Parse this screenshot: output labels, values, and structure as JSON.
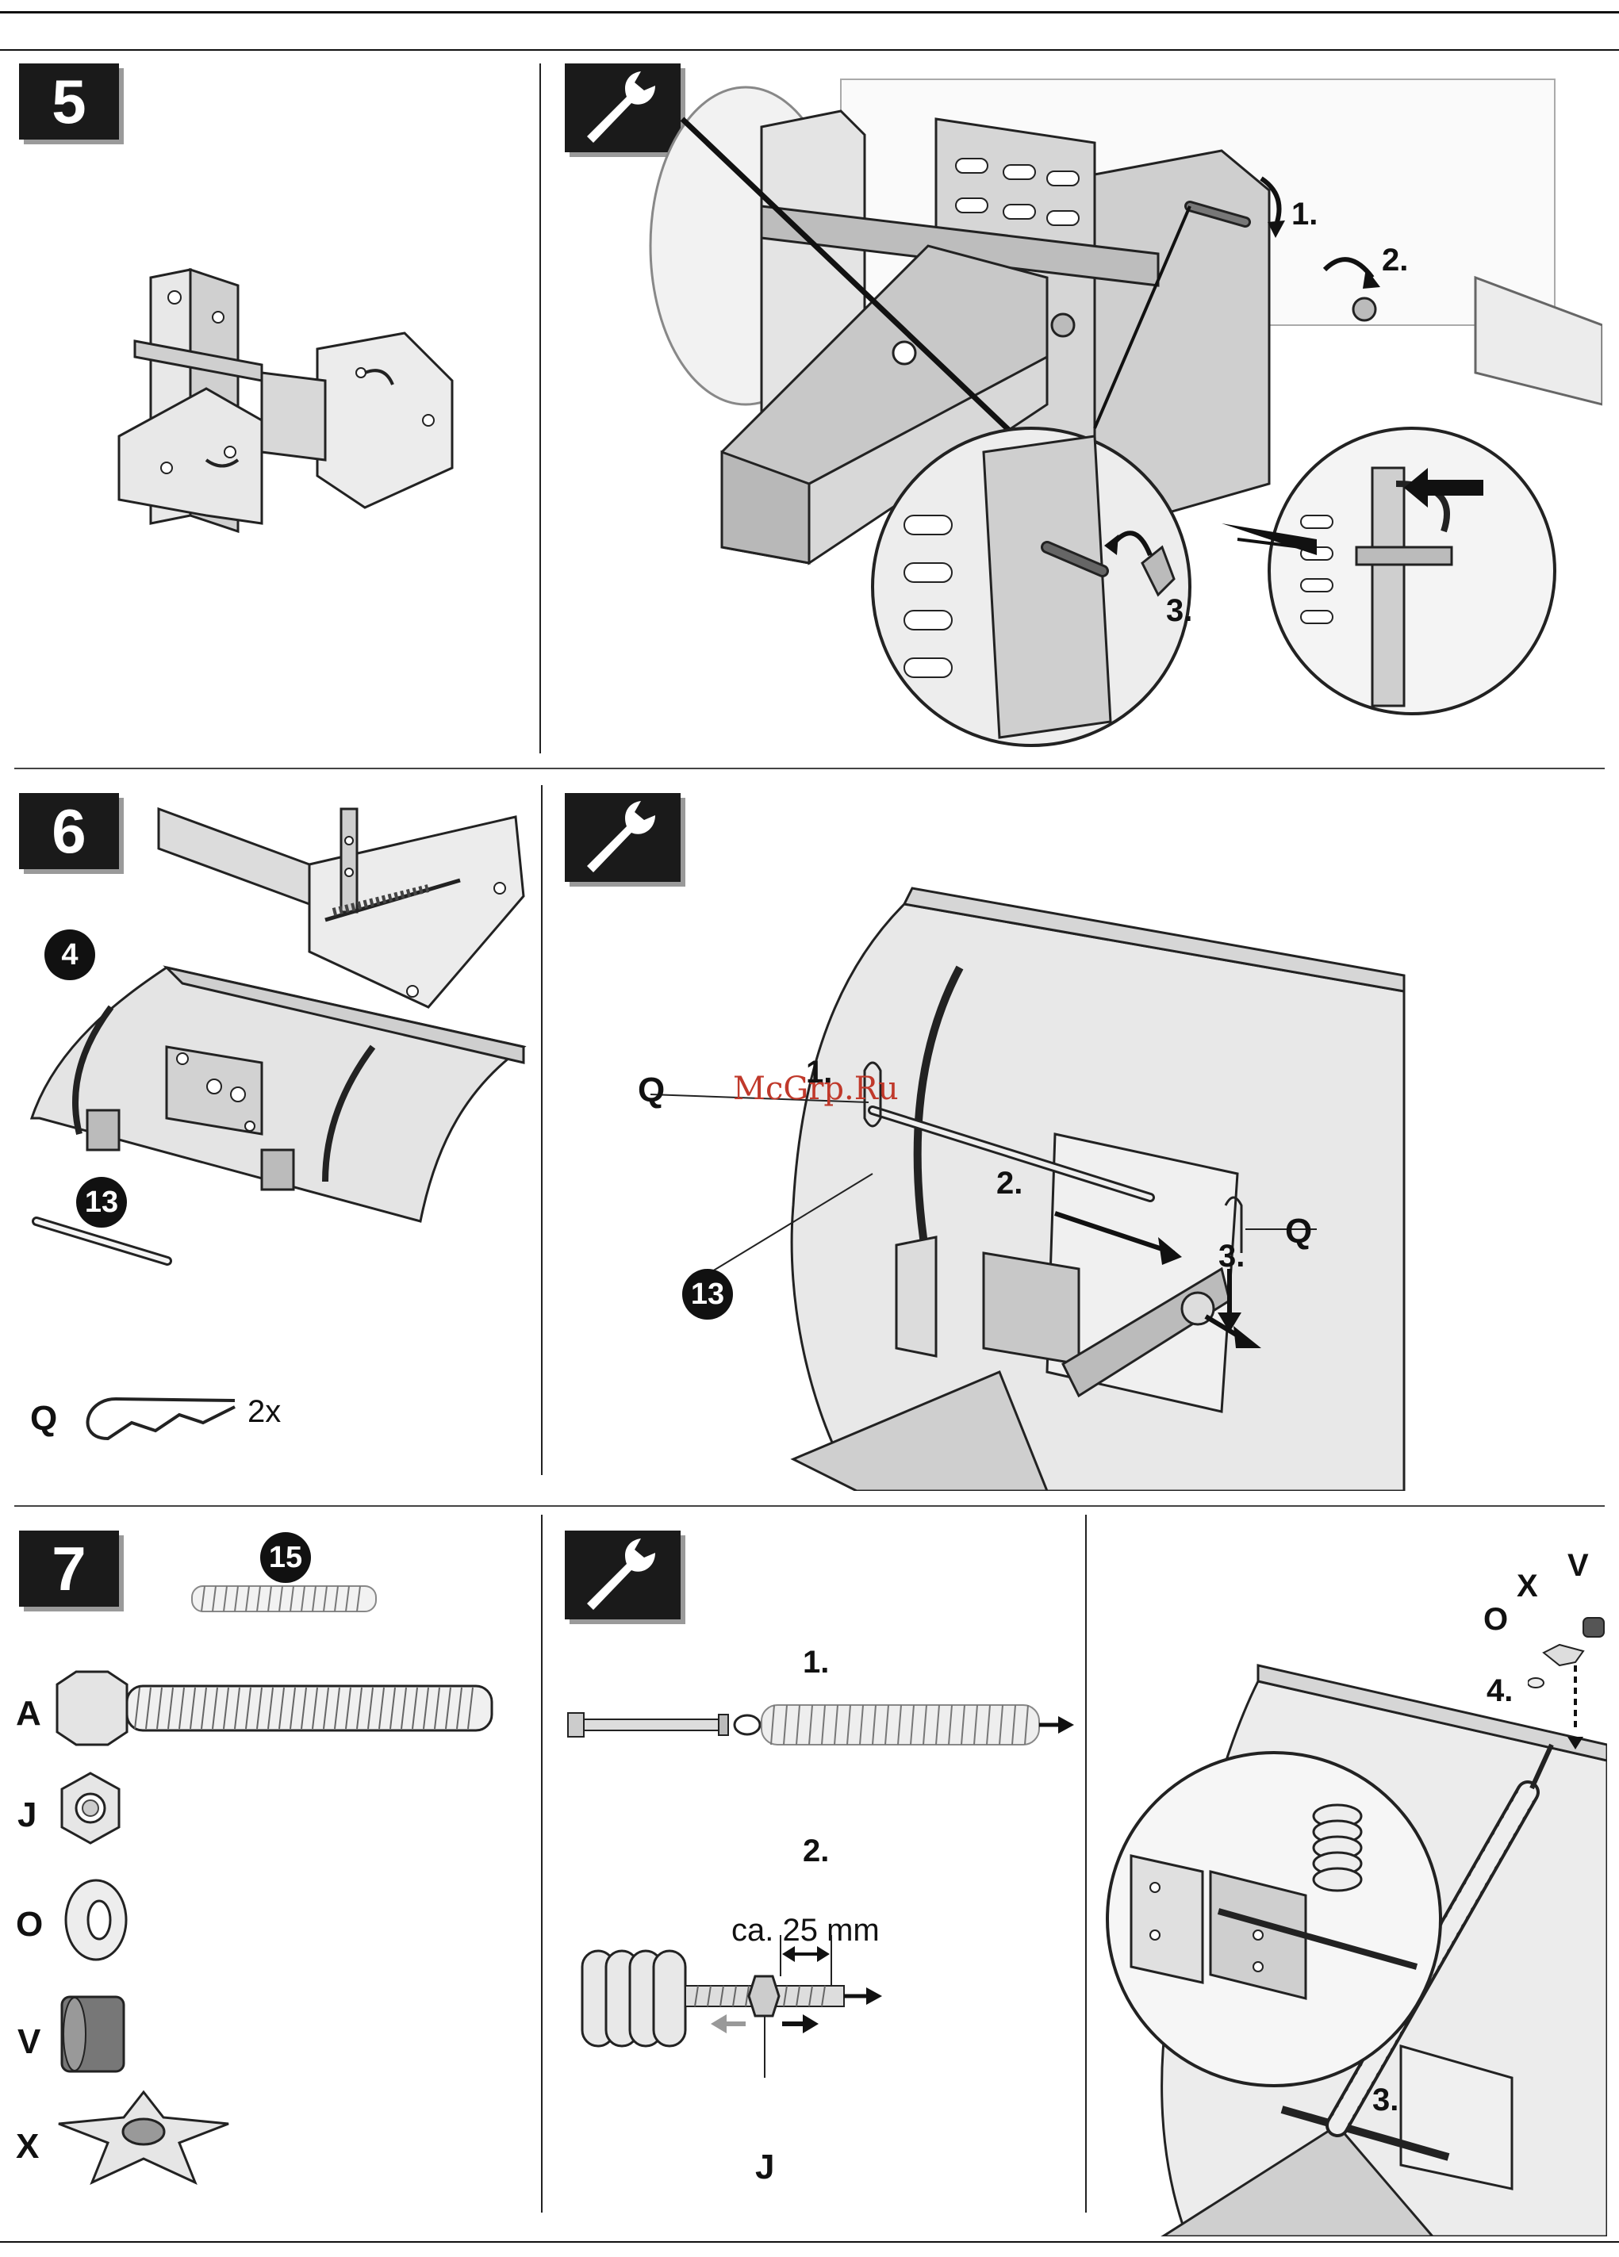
{
  "steps": {
    "s5": {
      "number": "5"
    },
    "s6": {
      "number": "6"
    },
    "s7": {
      "number": "7"
    }
  },
  "icons": {
    "tool": "wrench-icon"
  },
  "panel5b": {
    "labels": [
      "1.",
      "2.",
      "3."
    ]
  },
  "panel6a": {
    "part_4": "4",
    "part_13": "13",
    "clip_label": "Q",
    "clip_qty": "2x"
  },
  "panel6b": {
    "q_left": "Q",
    "q_right": "Q",
    "step1": "1.",
    "step2": "2.",
    "step3": "3.",
    "part_13": "13",
    "watermark": "McGrp.Ru"
  },
  "panel7a": {
    "part_15": "15",
    "parts": [
      {
        "letter": "A"
      },
      {
        "letter": "J"
      },
      {
        "letter": "O"
      },
      {
        "letter": "V"
      },
      {
        "letter": "X"
      }
    ]
  },
  "panel7b": {
    "step1": "1.",
    "step2": "2.",
    "measure": "ca. 25 mm",
    "nut_label": "J"
  },
  "panel7c": {
    "v": "V",
    "x": "X",
    "o": "O",
    "step4": "4.",
    "step3": "3."
  }
}
